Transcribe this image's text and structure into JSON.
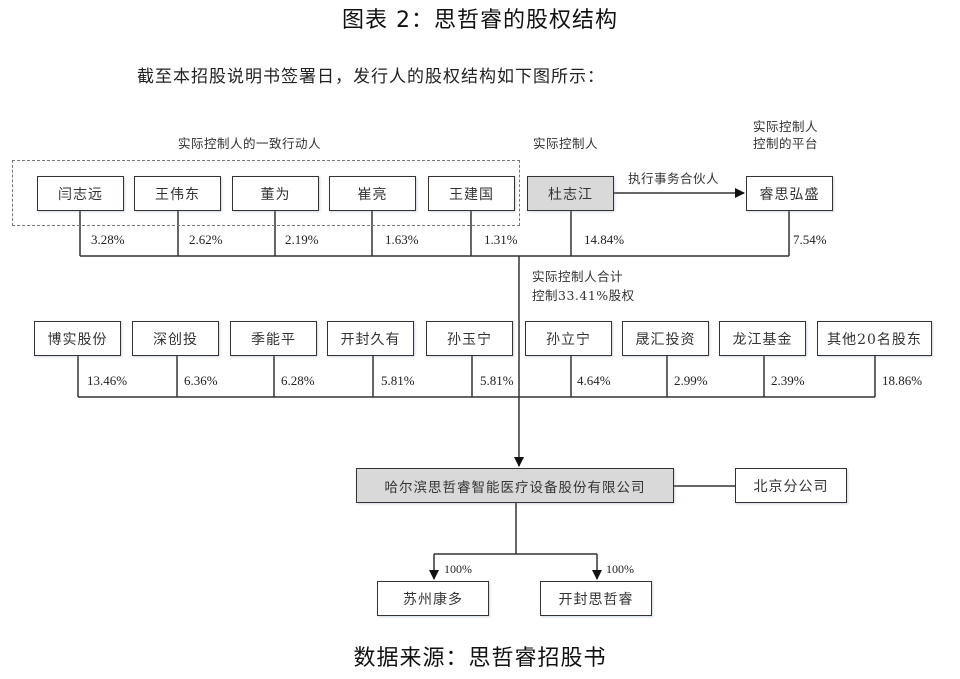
{
  "figure_title": "图表 2：思哲睿的股权结构",
  "intro_text": "截至本招股说明书签署日，发行人的股权结构如下图所示：",
  "source_text": "数据来源：思哲睿招股书",
  "group_labels": {
    "concert_parties": "实际控制人的一致行动人",
    "controller": "实际控制人",
    "platform_line1": "实际控制人",
    "platform_line2": "控制的平台",
    "exec_partner": "执行事务合伙人",
    "total_line1": "实际控制人合计",
    "total_line2": "控制33.41%股权"
  },
  "top_row": [
    {
      "name": "闫志远",
      "pct": "3.28%"
    },
    {
      "name": "王伟东",
      "pct": "2.62%"
    },
    {
      "name": "董为",
      "pct": "2.19%"
    },
    {
      "name": "崔亮",
      "pct": "1.63%"
    },
    {
      "name": "王建国",
      "pct": "1.31%"
    },
    {
      "name": "杜志江",
      "pct": "14.84%"
    },
    {
      "name": "睿思弘盛",
      "pct": "7.54%"
    }
  ],
  "middle_row": [
    {
      "name": "博实股份",
      "pct": "13.46%"
    },
    {
      "name": "深创投",
      "pct": "6.36%"
    },
    {
      "name": "季能平",
      "pct": "6.28%"
    },
    {
      "name": "开封久有",
      "pct": "5.81%"
    },
    {
      "name": "孙玉宁",
      "pct": "5.81%"
    },
    {
      "name": "孙立宁",
      "pct": "4.64%"
    },
    {
      "name": "晟汇投资",
      "pct": "2.99%"
    },
    {
      "name": "龙江基金",
      "pct": "2.39%"
    },
    {
      "name": "其他20名股东",
      "pct": "18.86%"
    }
  ],
  "company": {
    "name": "哈尔滨思哲睿智能医疗设备股份有限公司",
    "branch": "北京分公司"
  },
  "subsidiaries": [
    {
      "name": "苏州康多",
      "pct": "100%"
    },
    {
      "name": "开封思哲睿",
      "pct": "100%"
    }
  ]
}
